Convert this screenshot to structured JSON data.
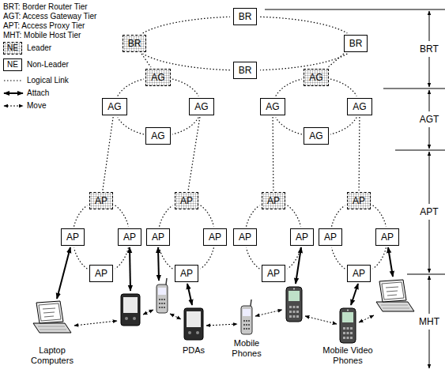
{
  "diagram": {
    "nodes": [
      {
        "text": [
          "BR"
        ]
      },
      {
        "text": [
          "BR"
        ]
      },
      {
        "text": [
          "BR"
        ]
      },
      {
        "text": [
          "BR"
        ]
      },
      {
        "text": [
          "AG"
        ]
      },
      {
        "text": [
          "AG"
        ]
      },
      {
        "text": [
          "AG"
        ]
      },
      {
        "text": [
          "AG"
        ]
      },
      {
        "text": [
          "AG"
        ]
      },
      {
        "text": [
          "AG"
        ]
      },
      {
        "text": [
          "AG"
        ]
      },
      {
        "text": [
          "AG"
        ]
      },
      {
        "text": [
          "AP"
        ]
      },
      {
        "text": [
          "AP"
        ]
      },
      {
        "text": [
          "AP"
        ]
      },
      {
        "text": [
          "AP"
        ]
      },
      {
        "text": [
          "AP"
        ]
      },
      {
        "text": [
          "AP"
        ]
      },
      {
        "text": [
          "AP"
        ]
      },
      {
        "text": [
          "AP"
        ]
      },
      {
        "text": [
          "AP"
        ]
      },
      {
        "text": [
          "AP"
        ]
      },
      {
        "text": [
          "AP"
        ]
      },
      {
        "text": [
          "AP"
        ]
      },
      {
        "text": [
          "AP"
        ]
      },
      {
        "text": [
          "AP"
        ]
      },
      {
        "text": [
          "AP"
        ]
      },
      {
        "text": [
          "AP"
        ]
      }
    ],
    "edges": [
      {
        "from": 0,
        "to": 2,
        "arrow": "none"
      },
      {
        "from": 2,
        "to": 3,
        "arrow": "none"
      },
      {
        "from": 3,
        "to": 1,
        "arrow": "none"
      },
      {
        "from": 1,
        "to": 0,
        "arrow": "none"
      },
      {
        "from": 4,
        "to": 6,
        "arrow": "none"
      },
      {
        "from": 6,
        "to": 7,
        "arrow": "none"
      },
      {
        "from": 7,
        "to": 5,
        "arrow": "none"
      },
      {
        "from": 5,
        "to": 4,
        "arrow": "none"
      },
      {
        "from": 8,
        "to": 10,
        "arrow": "none"
      },
      {
        "from": 10,
        "to": 11,
        "arrow": "none"
      },
      {
        "from": 11,
        "to": 9,
        "arrow": "none"
      },
      {
        "from": 9,
        "to": 8,
        "arrow": "none"
      },
      {
        "from": 12,
        "to": 14,
        "arrow": "none"
      },
      {
        "from": 14,
        "to": 15,
        "arrow": "none"
      },
      {
        "from": 15,
        "to": 13,
        "arrow": "none"
      },
      {
        "from": 13,
        "to": 12,
        "arrow": "none"
      },
      {
        "from": 16,
        "to": 18,
        "arrow": "none"
      },
      {
        "from": 18,
        "to": 19,
        "arrow": "none"
      },
      {
        "from": 19,
        "to": 17,
        "arrow": "none"
      },
      {
        "from": 17,
        "to": 16,
        "arrow": "none"
      },
      {
        "from": 20,
        "to": 22,
        "arrow": "none"
      },
      {
        "from": 22,
        "to": 23,
        "arrow": "none"
      },
      {
        "from": 23,
        "to": 21,
        "arrow": "none"
      },
      {
        "from": 21,
        "to": 20,
        "arrow": "none"
      },
      {
        "from": 24,
        "to": 26,
        "arrow": "none"
      },
      {
        "from": 26,
        "to": 27,
        "arrow": "none"
      },
      {
        "from": 27,
        "to": 25,
        "arrow": "none"
      },
      {
        "from": 25,
        "to": 24,
        "arrow": "none"
      },
      {
        "from": 1,
        "to": 4,
        "arrow": "none"
      },
      {
        "from": 2,
        "to": 8,
        "arrow": "none"
      },
      {
        "from": 5,
        "to": 12,
        "arrow": "none"
      },
      {
        "from": 6,
        "to": 16,
        "arrow": "none"
      },
      {
        "from": 9,
        "to": 20,
        "arrow": "none"
      },
      {
        "from": 10,
        "to": 24,
        "arrow": "none"
      }
    ],
    "labels": [
      "BRT: Border Router Tier",
      "AGT: Access Gateway Tier",
      "APT: Access Proxy Tier",
      "MHT: Mobile Host Tier",
      "NE",
      "NE",
      "BRT",
      "AGT",
      "APT",
      "MHT",
      "Laptop Computers",
      "PDAs",
      "Mobile Phones",
      "Mobile Video Phones"
    ],
    "legend": [
      {
        "text": "Leader"
      },
      {
        "text": "Non-Leader"
      },
      {
        "text": "Logical Link"
      },
      {
        "text": "Attach"
      },
      {
        "text": "Move"
      }
    ]
  }
}
